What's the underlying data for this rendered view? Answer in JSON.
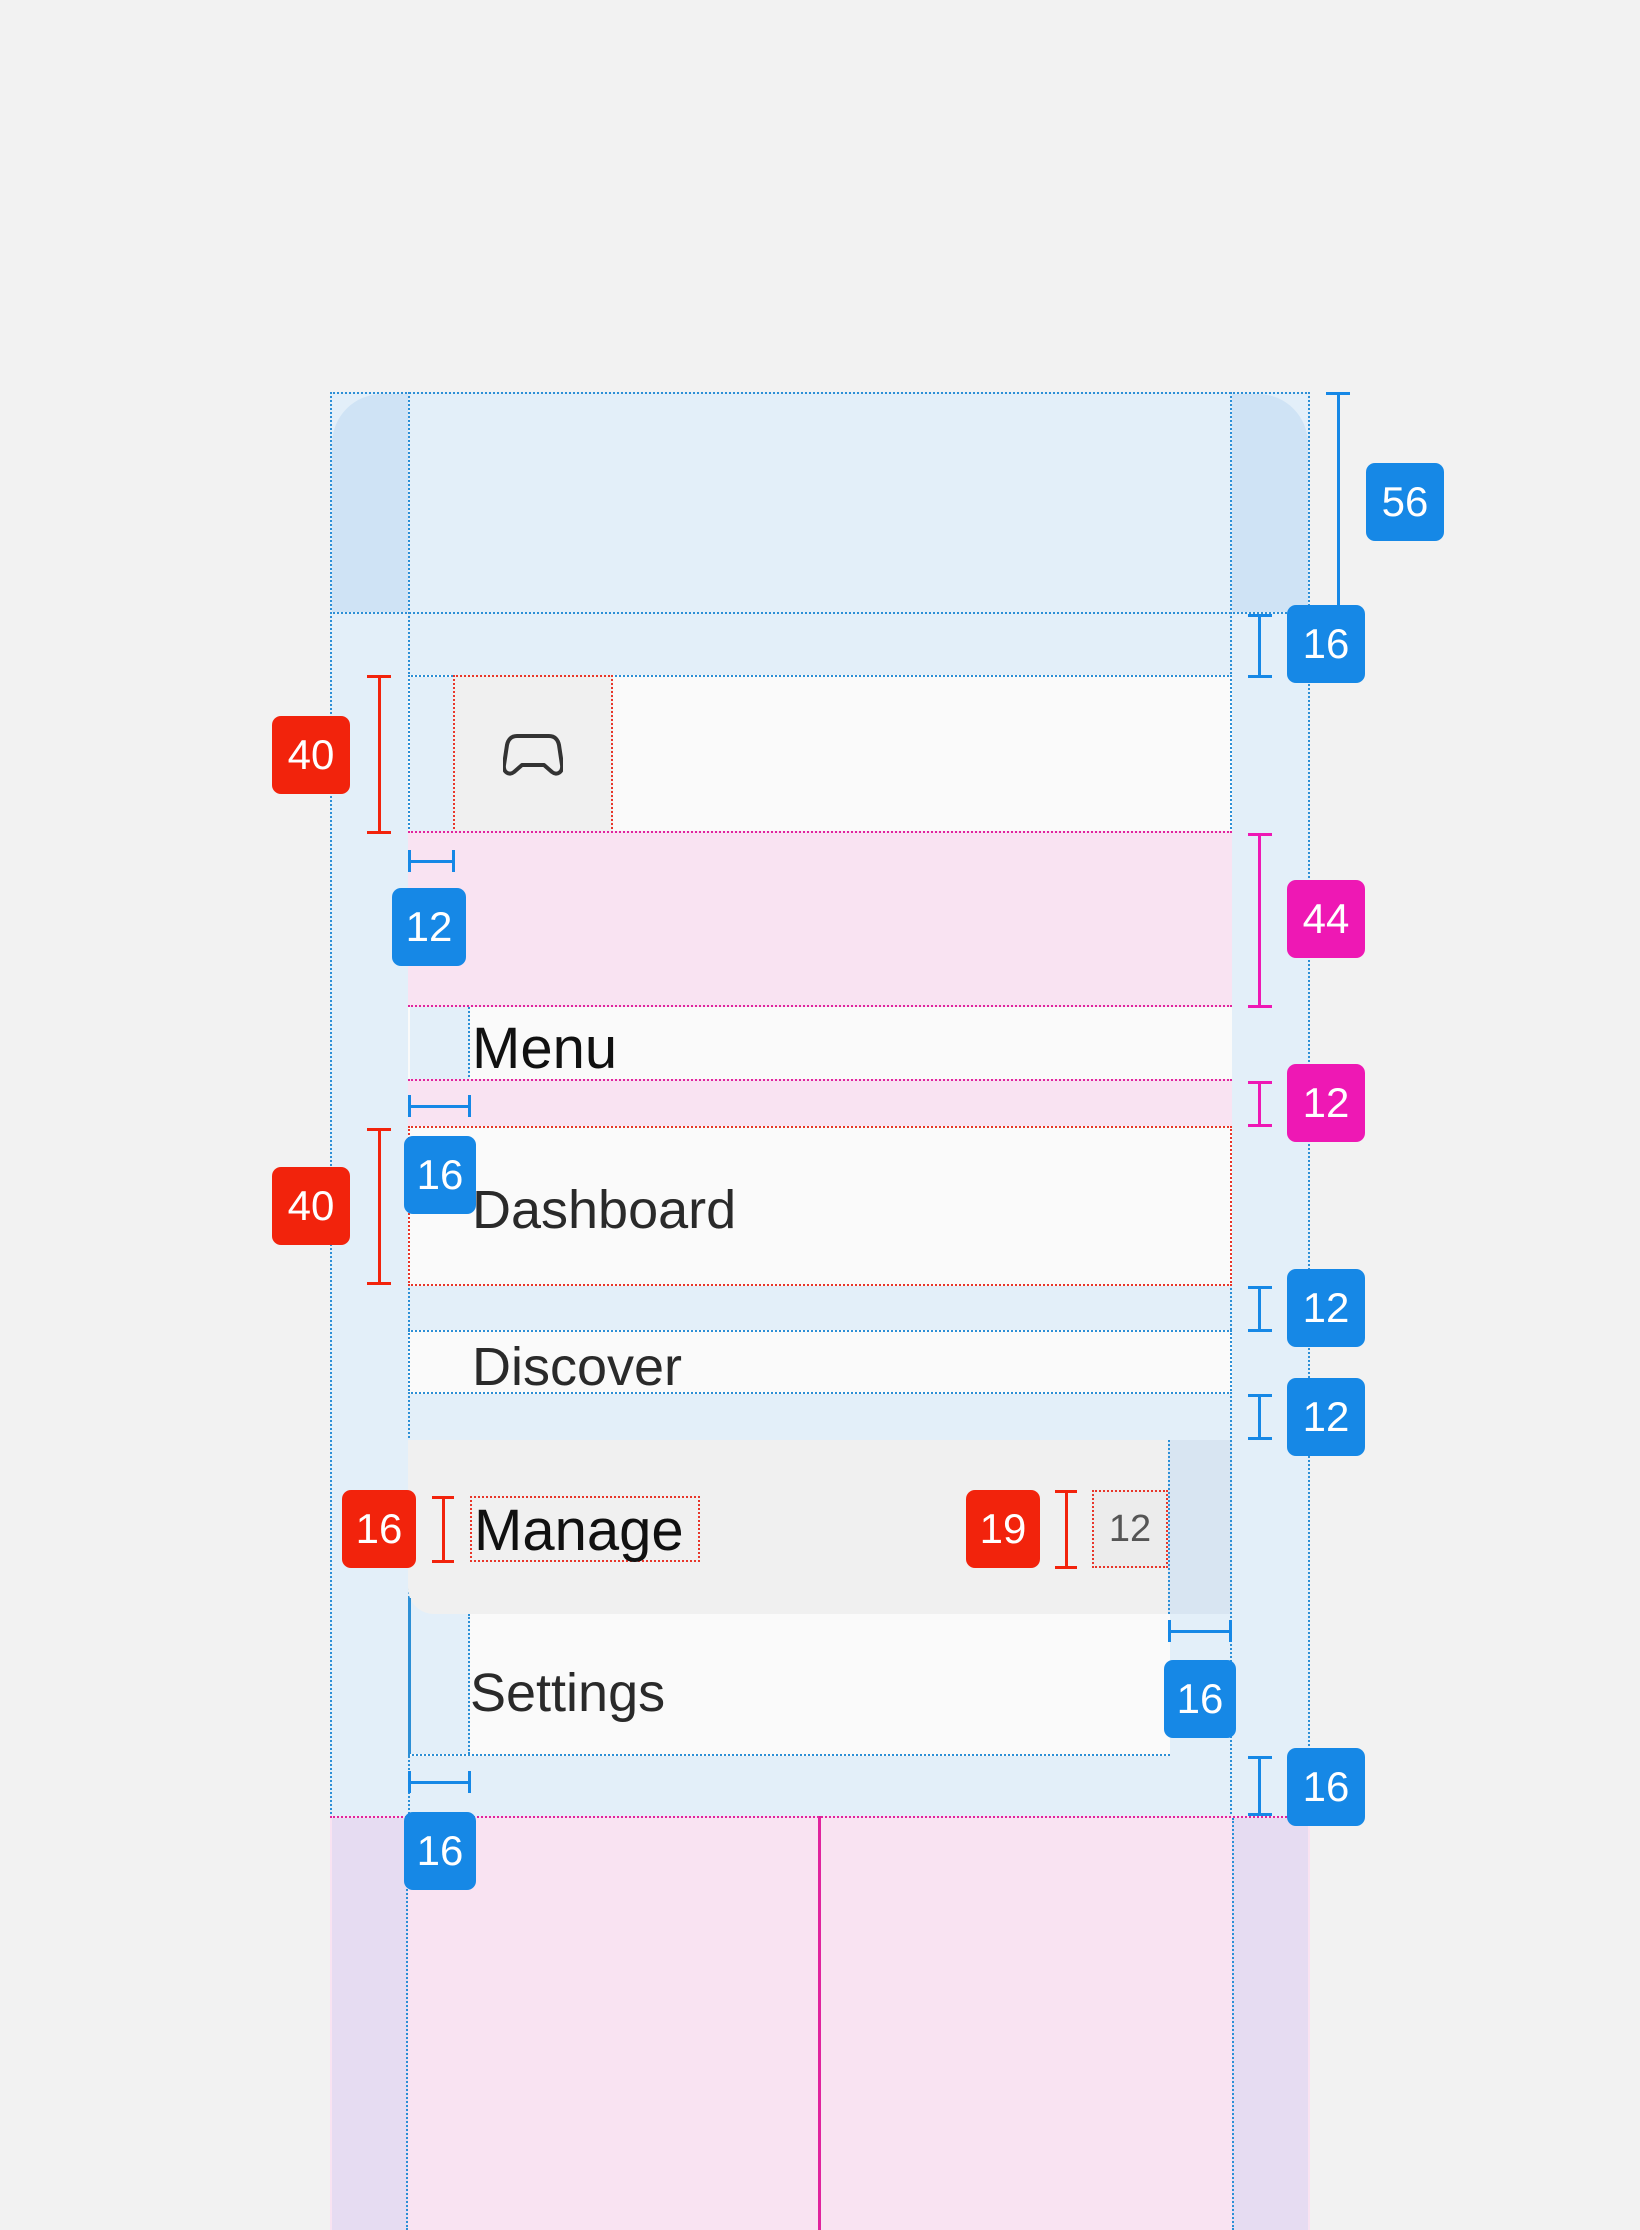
{
  "sidebar": {
    "section_heading": "Menu",
    "items": [
      {
        "label": "Dashboard"
      },
      {
        "label": "Discover"
      },
      {
        "label": "Manage",
        "count": "12"
      },
      {
        "label": "Settings"
      }
    ],
    "logo_icon": "gamepad-icon"
  },
  "annotations": {
    "header_height": "56",
    "header_gap": "16",
    "logo_height": "40",
    "logo_inset": "12",
    "logo_section_gap": "44",
    "heading_gap": "12",
    "item_height": "40",
    "item_inset": "16",
    "item_gap_1": "12",
    "item_gap_2": "12",
    "label_height": "16",
    "count_height": "19",
    "count_inset": "16",
    "bottom_gap": "16",
    "bottom_inset": "16"
  },
  "colors": {
    "spacing": "#1688e6",
    "size": "#f2230c",
    "section": "#ee18b4"
  }
}
